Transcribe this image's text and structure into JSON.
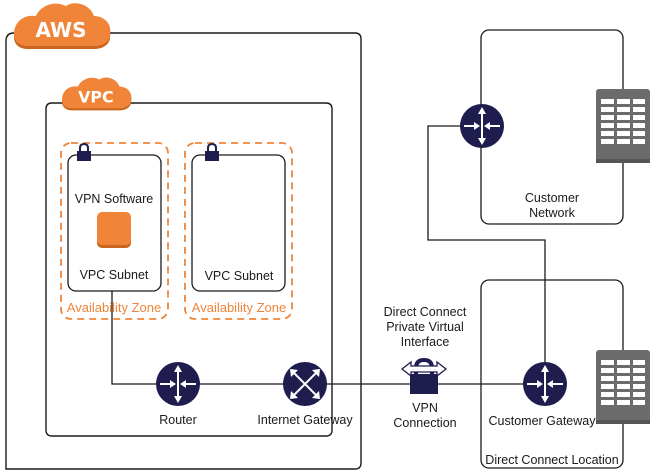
{
  "colors": {
    "aws_orange": "#f0853a",
    "aws_orange_dark": "#c9661f",
    "router_navy": "#1f1d4e",
    "server_gray": "#6b6b6b",
    "line": "#1a1a1a"
  },
  "clouds": {
    "aws": "AWS",
    "vpc": "VPC"
  },
  "availability_zones": [
    {
      "label": "Availability Zone",
      "subnet": "VPC Subnet",
      "instance_label": "VPN Software",
      "lock_icon": "lock-icon"
    },
    {
      "label": "Availability Zone",
      "subnet": "VPC Subnet",
      "lock_icon": "lock-icon"
    }
  ],
  "nodes": {
    "router": "Router",
    "internet_gateway": "Internet Gateway",
    "vpn_connection_line1": "VPN",
    "vpn_connection_line2": "Connection",
    "dx_line1": "Direct Connect",
    "dx_line2": "Private Virtual",
    "dx_line3": "Interface",
    "customer_gateway": "Customer Gateway",
    "customer_network_line1": "Customer",
    "customer_network_line2": "Network",
    "direct_connect_location": "Direct Connect Location"
  }
}
